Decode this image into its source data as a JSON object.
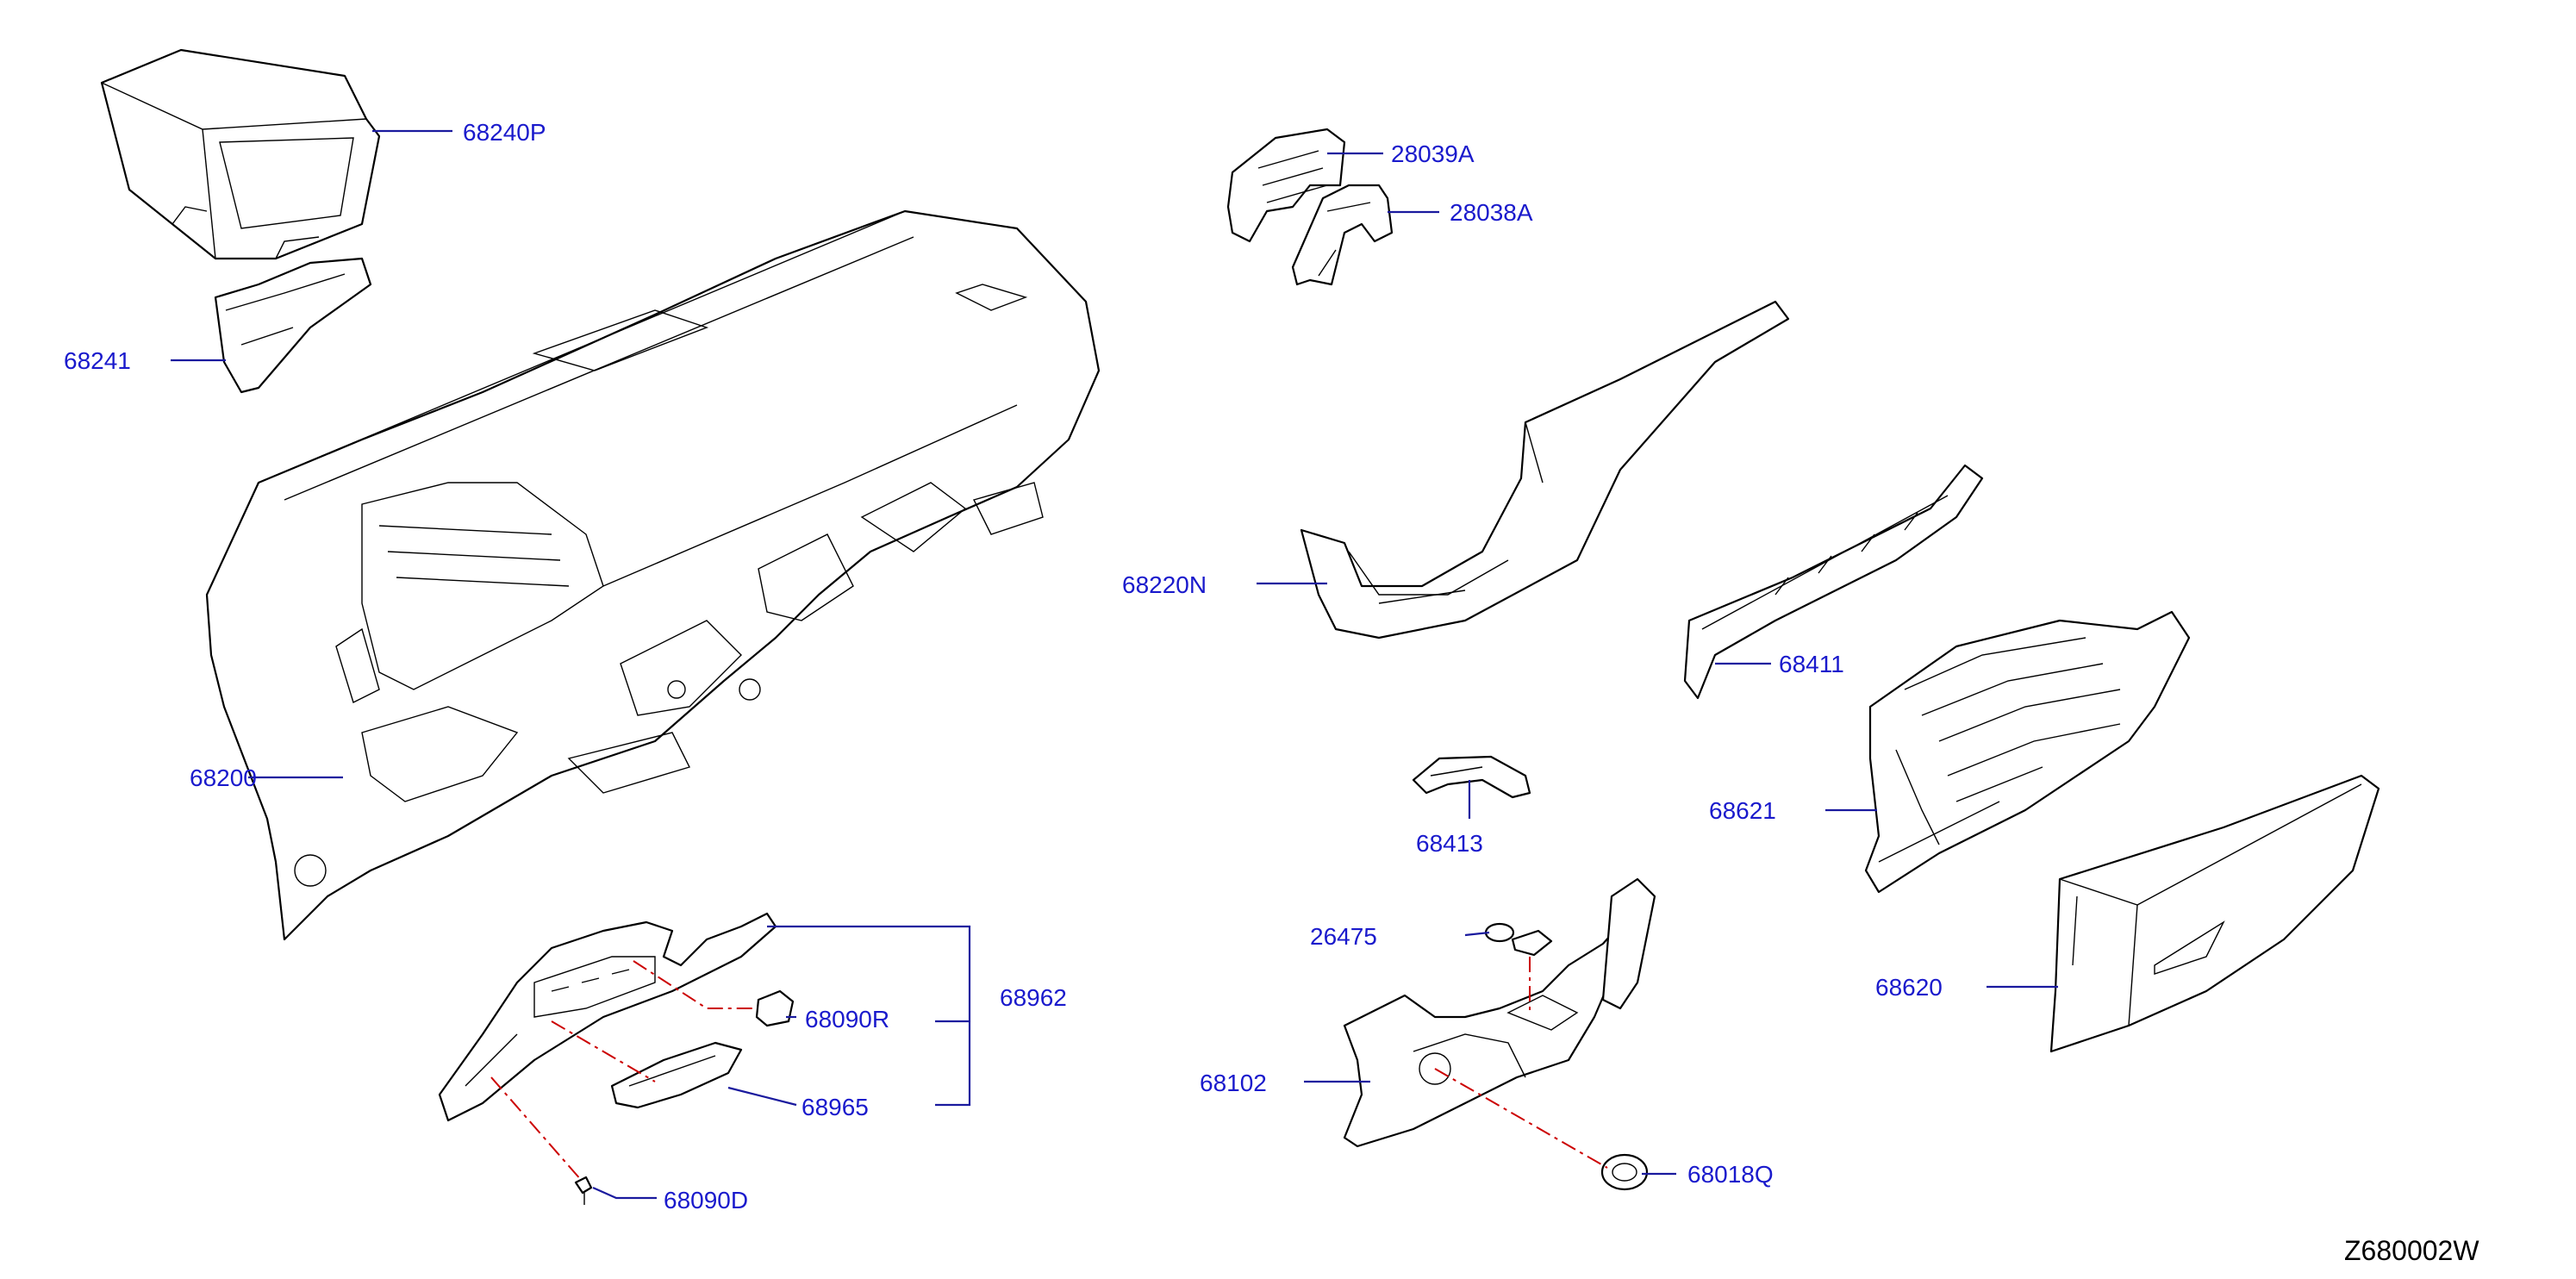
{
  "callouts": {
    "p68240P": "68240P",
    "p68241": "68241",
    "p68200": "68200",
    "p28039A": "28039A",
    "p28038A": "28038A",
    "p68220N": "68220N",
    "p68411": "68411",
    "p68413": "68413",
    "p68621": "68621",
    "p68620": "68620",
    "p26475": "26475",
    "p68102": "68102",
    "p68018Q": "68018Q",
    "p68962": "68962",
    "p68090R": "68090R",
    "p68965": "68965",
    "p68090D": "68090D"
  },
  "diagram_ref": "Z680002W",
  "colors": {
    "callout": "#1a1acc",
    "leader": "#1a1a9e",
    "dashed_guide": "#cc0000",
    "line_art": "#000000"
  }
}
